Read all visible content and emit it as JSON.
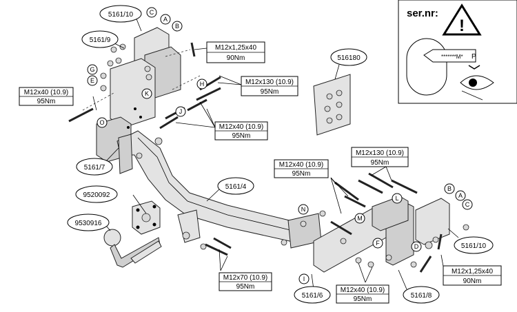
{
  "part_labels": {
    "p5161_10_top": "5161/10",
    "p5161_9": "5161/9",
    "p5161_7": "5161/7",
    "p9520092": "9520092",
    "p9530916": "9530916",
    "p5161_4": "5161/4",
    "p516180": "516180",
    "p5161_6": "5161/6",
    "p5161_8": "5161/8",
    "p5161_10_right": "5161/10"
  },
  "torque_boxes": {
    "b1": {
      "spec": "M12x1,25x40",
      "torque": "90Nm"
    },
    "b2": {
      "spec": "M12x130 (10.9)",
      "torque": "95Nm"
    },
    "b3": {
      "spec": "M12x40 (10.9)",
      "torque": "95Nm"
    },
    "b4": {
      "spec": "M12x40 (10.9)",
      "torque": "95Nm"
    },
    "b5": {
      "spec": "M12x130 (10.9)",
      "torque": "95Nm"
    },
    "b6": {
      "spec": "M12x40 (10.9)",
      "torque": "95Nm"
    },
    "b7": {
      "spec": "M12x70 (10.9)",
      "torque": "95Nm"
    },
    "b8": {
      "spec": "M12x40 (10.9)",
      "torque": "95Nm"
    },
    "b9": {
      "spec": "M12x1,25x40",
      "torque": "90Nm"
    }
  },
  "letters": {
    "A": "A",
    "B": "B",
    "C": "C",
    "D": "D",
    "E": "E",
    "F": "F",
    "G": "G",
    "H": "H",
    "I": "I",
    "J": "J",
    "K": "K",
    "L": "L",
    "M": "M",
    "N": "N",
    "O": "O"
  },
  "serial_panel": {
    "title": "ser.nr:",
    "plate_text": "*******M*",
    "plate_letter": "P",
    "warning_symbol": "!"
  },
  "colors": {
    "line": "#000000",
    "part_fill": "#e3e3e3",
    "background": "#ffffff"
  }
}
